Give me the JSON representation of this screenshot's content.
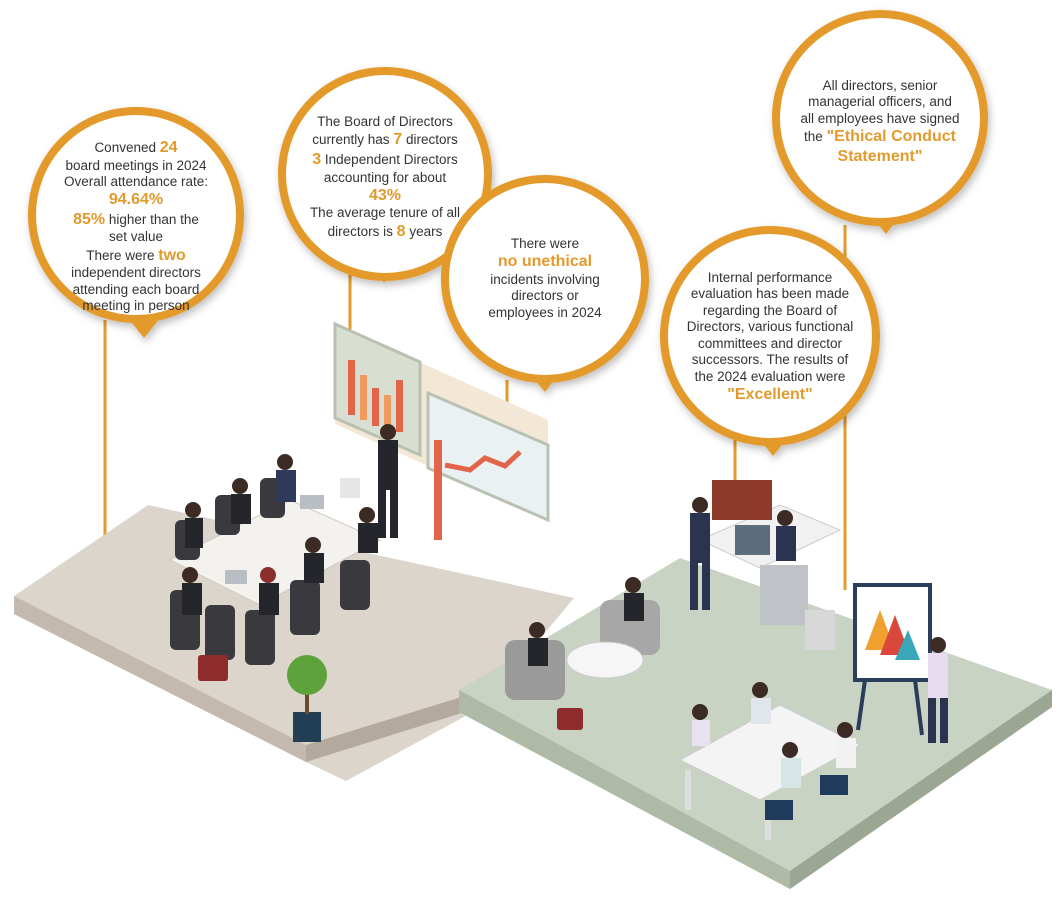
{
  "colors": {
    "accent": "#E39A2C",
    "ring": "#E39A2C",
    "floor_left": "#DCD5CC",
    "floor_right": "#C9D3C3",
    "text": "#333333"
  },
  "bubbles": {
    "meetings": {
      "l1a": "Convened ",
      "l1b": "24",
      "l2": "board meetings in 2024",
      "l3": "Overall attendance rate:",
      "l4": "94.64%",
      "l5a": "85%",
      "l5b": " higher than the",
      "l6": "set value",
      "l7a": "There were ",
      "l7b": "two",
      "l8": "independent directors",
      "l9": "attending each board",
      "l10": "meeting in person"
    },
    "board": {
      "l1": "The Board of Directors",
      "l2a": "currently has ",
      "l2b": "7",
      "l2c": " directors",
      "l3a": "3",
      "l3b": " Independent Directors",
      "l4": "accounting for about",
      "l5": "43%",
      "l6": "The average tenure of all",
      "l7a": "directors is ",
      "l7b": "8",
      "l7c": " years"
    },
    "ethics": {
      "l1": "There were",
      "l2": "no unethical",
      "l3": "incidents involving",
      "l4": "directors or",
      "l5": "employees in 2024"
    },
    "conduct": {
      "l1": "All directors, senior",
      "l2": "managerial officers, and",
      "l3": "all employees have signed",
      "l4a": "the ",
      "l4b": "\"Ethical Conduct",
      "l5": "Statement\""
    },
    "evaluation": {
      "l1": "Internal performance",
      "l2": "evaluation has been made",
      "l3": "regarding the Board of",
      "l4": "Directors, various functional",
      "l5": "committees and director",
      "l6": "successors. The results of",
      "l7": "the 2024 evaluation were",
      "l8": "\"Excellent\""
    }
  },
  "icons": {
    "left_room": "boardroom-meeting-illustration",
    "right_room": "office-workspace-illustration",
    "plant": "potted-tree-icon",
    "briefcase": "briefcase-icon"
  }
}
